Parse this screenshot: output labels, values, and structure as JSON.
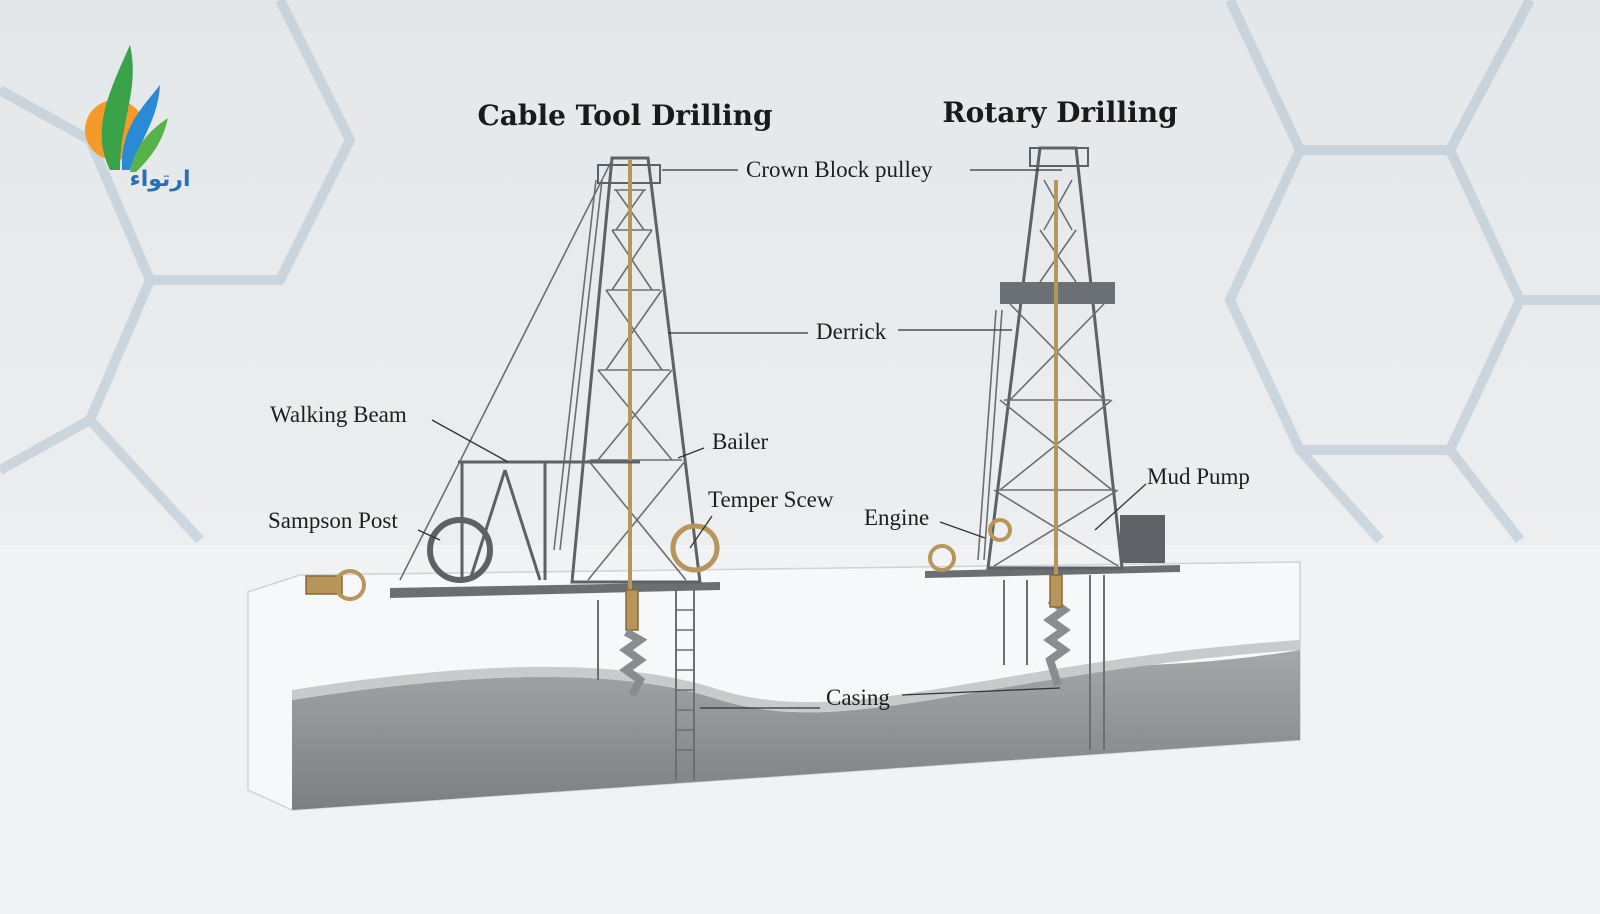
{
  "logo": {
    "text": "ارتواء"
  },
  "titles": {
    "cable_tool": "Cable Tool Drilling",
    "rotary": "Rotary Drilling"
  },
  "labels": {
    "crown_block": "Crown Block pulley",
    "derrick": "Derrick",
    "walking_beam": "Walking Beam",
    "bailer": "Bailer",
    "temper_screw": "Temper Scew",
    "sampson_post": "Sampson Post",
    "engine": "Engine",
    "mud_pump": "Mud Pump",
    "casing": "Casing"
  },
  "colors": {
    "background": "#e8eaec",
    "steel": "#5d6266",
    "brass": "#b8955a",
    "ground": "#8e8f90"
  }
}
